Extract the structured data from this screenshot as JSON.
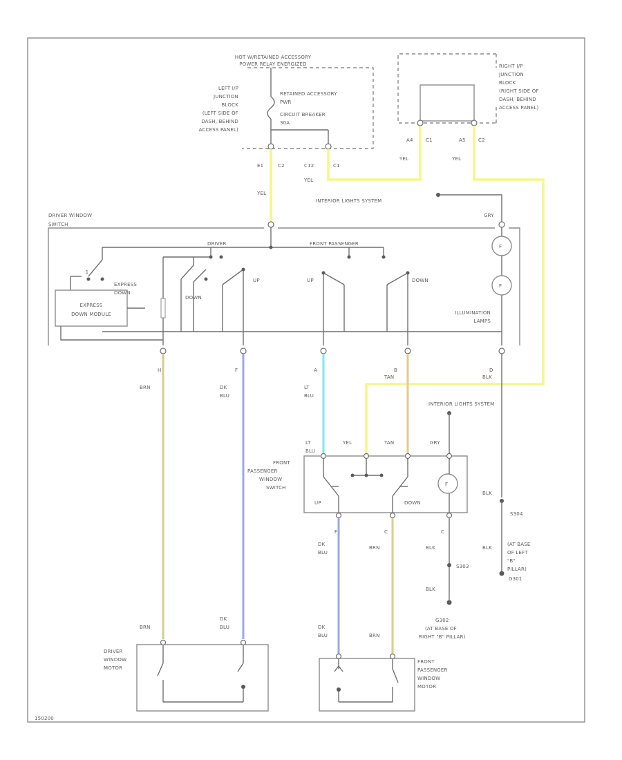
{
  "colors": {
    "yel": "#f4f78a",
    "brn": "#dccb8a",
    "dk_blu": "#9aa8ea",
    "lt_blu": "#7fe8ee",
    "tan": "#e8c98a",
    "gry": "#a9a9a9",
    "blk": "#8a8a8a"
  },
  "labels": {
    "hot_power_title_1": "HOT W/RETAINED ACCESSORY",
    "hot_power_title_2": "POWER RELAY ENERGIZED",
    "left_ip_1": "LEFT I/P",
    "left_ip_2": "JUNCTION",
    "left_ip_3": "BLOCK",
    "left_ip_4": "(LEFT SIDE OF",
    "left_ip_5": "DASH, BEHIND",
    "left_ip_6": "ACCESS PANEL)",
    "rap_1": "RETAINED ACCESSORY",
    "rap_2": "PWR",
    "rap_3": "CIRCUIT BREAKER",
    "rap_4": "30A",
    "right_ip_1": "RIGHT I/P",
    "right_ip_2": "JUNCTION",
    "right_ip_3": "BLOCK",
    "right_ip_4": "(RIGHT SIDE OF",
    "right_ip_5": "DASH, BEHIND",
    "right_ip_6": "ACCESS PANEL)",
    "e1": "E1",
    "c2a": "C2",
    "c12": "C12",
    "c1a": "C1",
    "a4": "A4",
    "c1b": "C1",
    "a5": "A5",
    "c2b": "C2",
    "yel": "YEL",
    "interior_lights": "INTERIOR LIGHTS SYSTEM",
    "driver_window_1": "DRIVER WINDOW",
    "driver_window_2": "SWITCH",
    "gry": "GRY",
    "driver_sw": "DRIVER",
    "front_pass_sw": "FRONT PASSENGER",
    "express_down_1": "EXPRESS",
    "express_down_2": "DOWN",
    "express_module_1": "EXPRESS",
    "express_module_2": "DOWN MODULE",
    "down": "DOWN",
    "up": "UP",
    "illumination_1": "ILLUMINATION",
    "illumination_2": "LAMPS",
    "pin_h": "H",
    "pin_f": "F",
    "pin_a": "A",
    "pin_b": "B",
    "pin_d": "D",
    "brn": "BRN",
    "dk": "DK",
    "blu": "BLU",
    "lt": "LT",
    "tan": "TAN",
    "blk": "BLK",
    "fp_switch_1": "FRONT",
    "fp_switch_2": "PASSENGER",
    "fp_switch_3": "WINDOW",
    "fp_switch_4": "SWITCH",
    "pin_c": "C",
    "s304": "S304",
    "base_left_1": "(AT BASE",
    "base_left_2": "OF LEFT",
    "base_left_3": "\"B\"",
    "base_left_4": "PILLAR)",
    "g301": "G301",
    "s303": "S303",
    "g302": "G302",
    "base_right_1": "(AT BASE OF",
    "base_right_2": "RIGHT \"B\" PILLAR)",
    "driver_motor_1": "DRIVER",
    "driver_motor_2": "WINDOW",
    "driver_motor_3": "MOTOR",
    "fp_motor_1": "FRONT",
    "fp_motor_2": "PASSENGER",
    "fp_motor_3": "WINDOW",
    "fp_motor_4": "MOTOR",
    "fig_id": "150200"
  }
}
